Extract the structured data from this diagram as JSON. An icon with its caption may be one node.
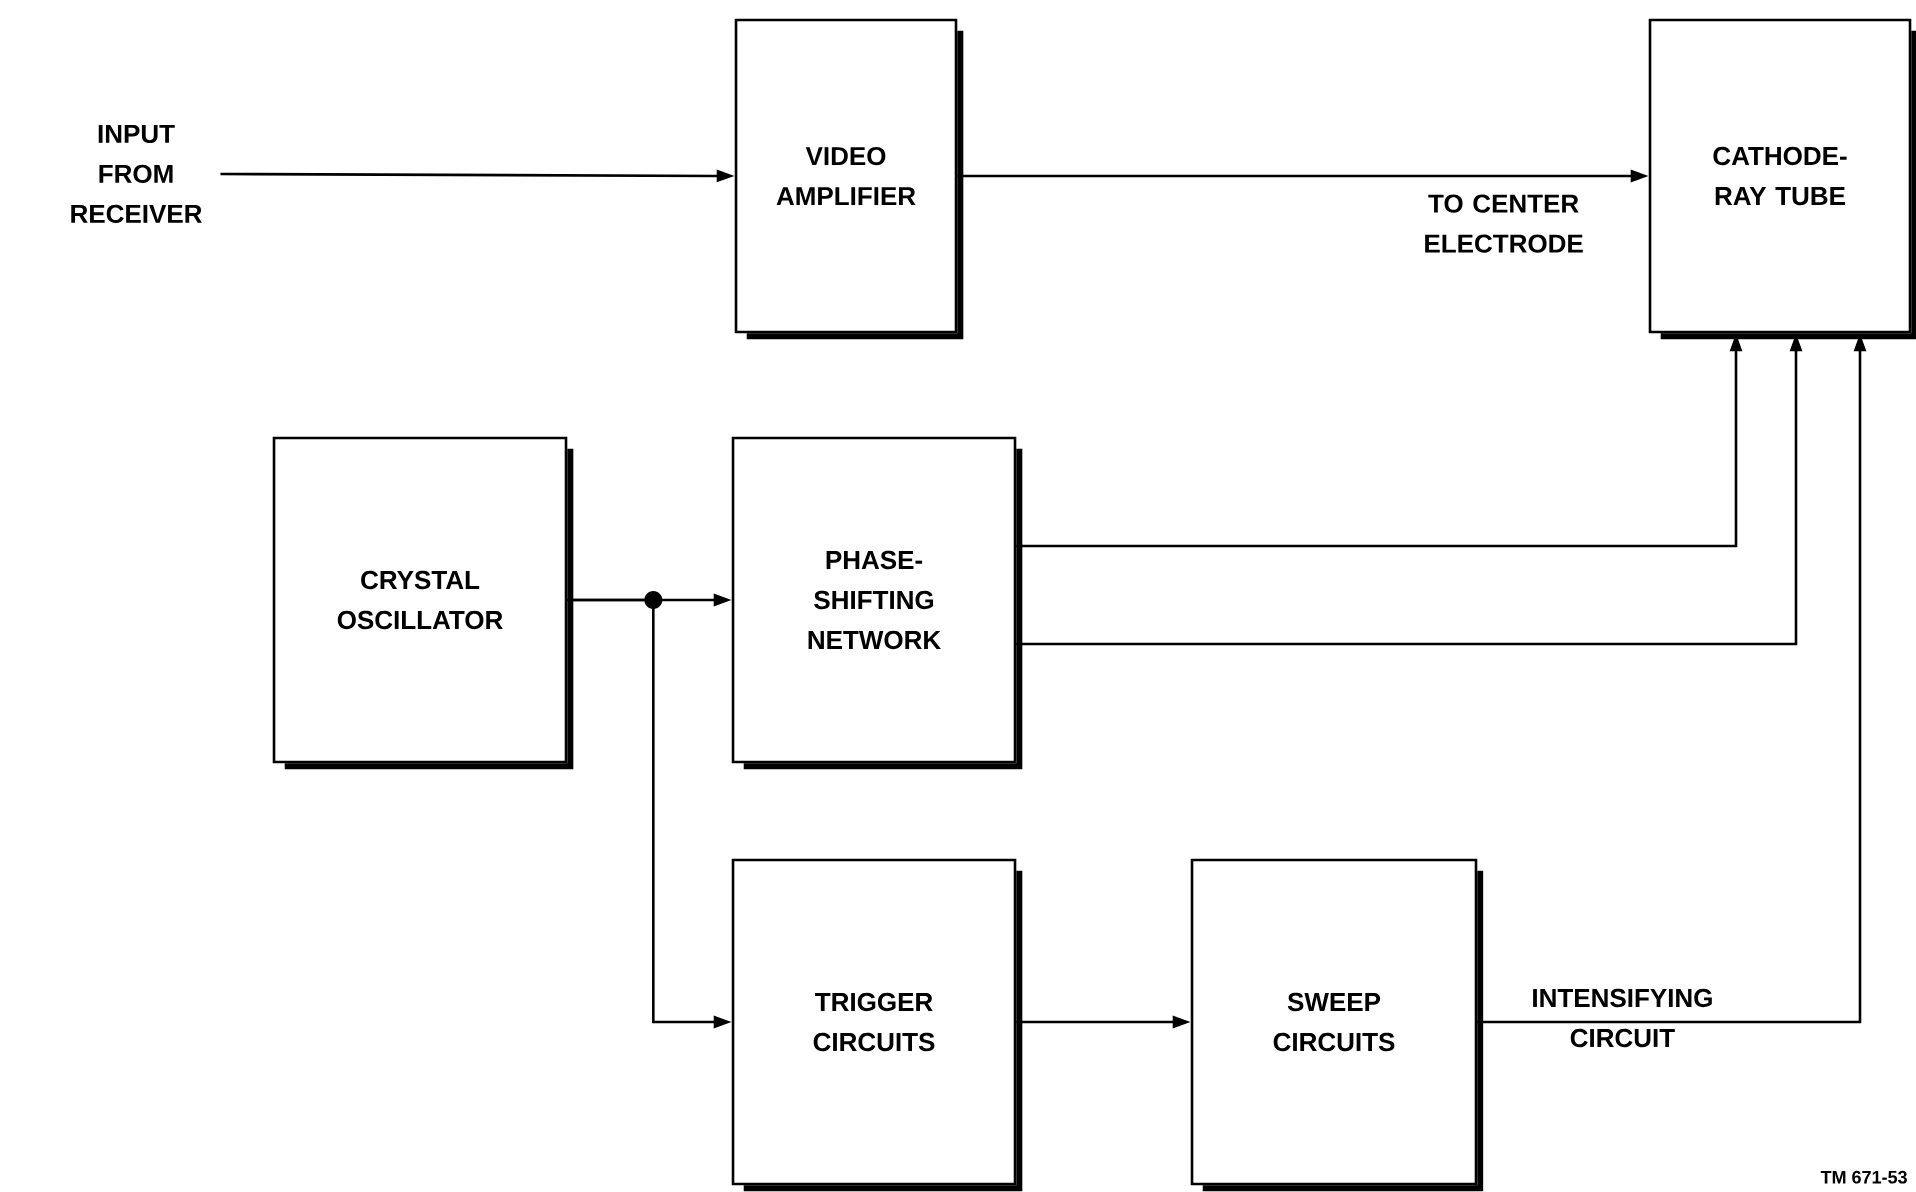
{
  "diagram": {
    "nodes": [
      {
        "text": [
          "INPUT FROM RECEIVER"
        ]
      },
      {
        "text": [
          "VIDEO AMPLIFIER"
        ]
      },
      {
        "text": [
          "CATHODE-RAY TUBE"
        ]
      },
      {
        "text": [
          "CRYSTAL OSCILLATOR"
        ]
      },
      {
        "text": [
          "PHASE-SHIFTING NETWORK"
        ]
      },
      {
        "text": [
          "TRIGGER CIRCUITS"
        ]
      },
      {
        "text": [
          "SWEEP CIRCUITS"
        ]
      }
    ],
    "edges": [
      {
        "from": 0,
        "to": 1,
        "arrow": "to"
      },
      {
        "from": 1,
        "to": 2,
        "arrow": "to",
        "label": "TO CENTER ELECTRODE"
      },
      {
        "from": 3,
        "to": 4,
        "arrow": "to"
      },
      {
        "from": 3,
        "to": 5,
        "arrow": "to"
      },
      {
        "from": 4,
        "to": 2,
        "arrow": "to"
      },
      {
        "from": 4,
        "to": 2,
        "arrow": "to"
      },
      {
        "from": 5,
        "to": 6,
        "arrow": "to"
      },
      {
        "from": 6,
        "to": 2,
        "arrow": "to",
        "label": "INTENSIFYING CIRCUIT"
      }
    ],
    "labels": [
      "TM 671-53"
    ]
  }
}
